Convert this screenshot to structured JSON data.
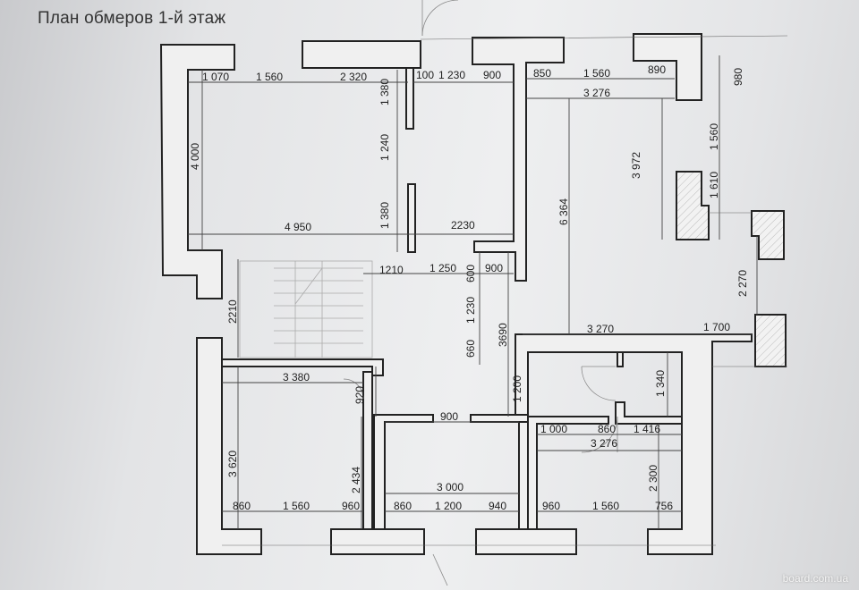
{
  "title": "План обмеров 1-й этаж",
  "watermark": "board.com.ua",
  "dimensions": [
    "1 070",
    "1 560",
    "2 320",
    "100",
    "1 230",
    "900",
    "850",
    "1 560",
    "890",
    "980",
    "3 276",
    "1 380",
    "1 240",
    "1 380",
    "4 000",
    "3 972",
    "1 560",
    "6 364",
    "1 610",
    "4 950",
    "2230",
    "1210",
    "1 250",
    "600",
    "900",
    "2 270",
    "2210",
    "1 230",
    "3690",
    "660",
    "3 270",
    "1 700",
    "3 380",
    "920",
    "1 200",
    "1 340",
    "900",
    "1 000",
    "860",
    "1 416",
    "3 276",
    "3 620",
    "2 434",
    "3 000",
    "2 300",
    "860",
    "1 560",
    "960",
    "860",
    "1 200",
    "940",
    "960",
    "1 560",
    "756"
  ]
}
